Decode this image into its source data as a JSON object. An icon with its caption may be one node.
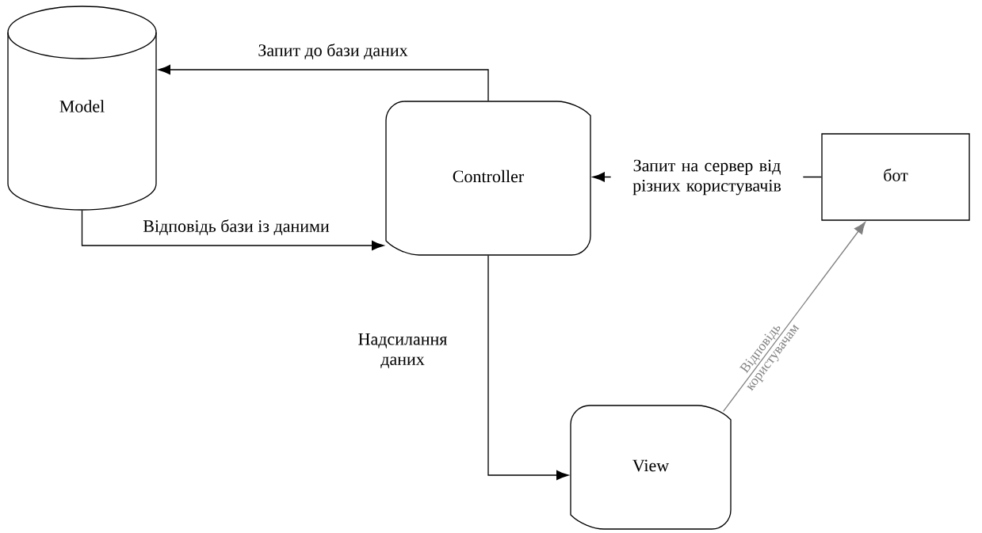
{
  "diagram": {
    "nodes": [
      {
        "text": [
          "Model"
        ]
      },
      {
        "text": [
          "Controller"
        ]
      },
      {
        "text": [
          "бот"
        ]
      },
      {
        "text": [
          "View"
        ]
      }
    ],
    "edges": [
      {
        "from": 1,
        "to": 0,
        "arrow": "to",
        "label": "Запит до бази даних"
      },
      {
        "from": 0,
        "to": 1,
        "arrow": "to",
        "label": "Відповідь бази із даними"
      },
      {
        "from": 2,
        "to": 1,
        "arrow": "to",
        "label": "Запит на сервер від різних користувачів"
      },
      {
        "from": 1,
        "to": 3,
        "arrow": "to",
        "label": "Надсилання даних"
      },
      {
        "from": 3,
        "to": 2,
        "arrow": "to",
        "label": "Відповідь користувачам",
        "color": "#808080"
      }
    ]
  }
}
